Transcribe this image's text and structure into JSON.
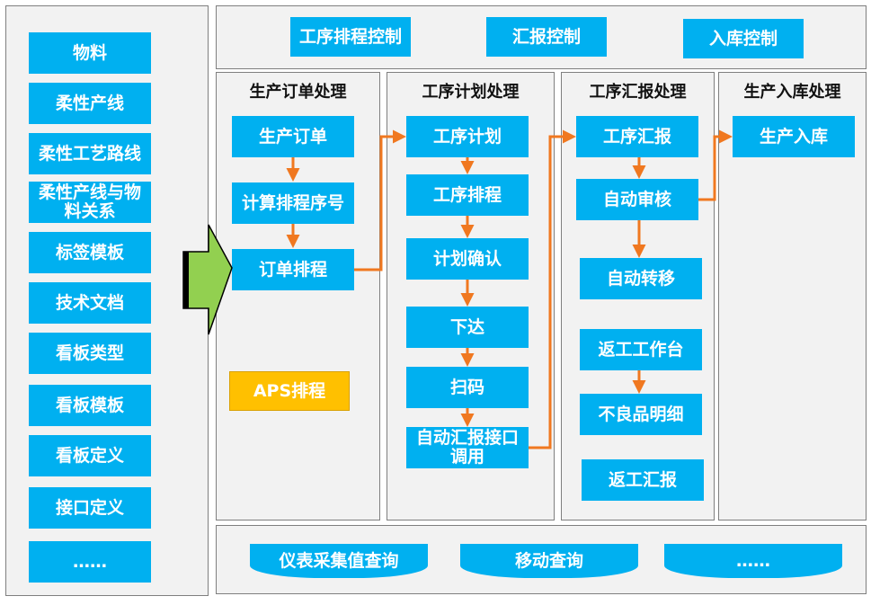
{
  "left_menu": {
    "items": [
      "物料",
      "柔性产线",
      "柔性工艺路线",
      "柔性产线与物料关系",
      "标签模板",
      "技术文档",
      "看板类型",
      "看板模板",
      "看板定义",
      "接口定义",
      "……"
    ]
  },
  "top_controls": {
    "items": [
      "工序排程控制",
      "汇报控制",
      "入库控制"
    ]
  },
  "columns": {
    "order": {
      "title": "生产订单处理",
      "steps": [
        "生产订单",
        "计算排程序号",
        "订单排程"
      ],
      "aps": "APS排程"
    },
    "plan": {
      "title": "工序计划处理",
      "steps": [
        "工序计划",
        "工序排程",
        "计划确认",
        "下达",
        "扫码",
        "自动汇报接口调用"
      ]
    },
    "report": {
      "title": "工序汇报处理",
      "steps": [
        "工序汇报",
        "自动审核",
        "自动转移",
        "返工工作台",
        "不良品明细",
        "返工汇报"
      ]
    },
    "storage": {
      "title": "生产入库处理",
      "steps": [
        "生产入库"
      ]
    }
  },
  "bottom_queries": {
    "items": [
      "仪表采集值查询",
      "移动查询",
      "……"
    ]
  },
  "colors": {
    "box": "#00b0f0",
    "aps": "#ffc000",
    "arrow": "#f07820",
    "big_arrow": "#92d050",
    "panel": "#f2f2f2"
  }
}
